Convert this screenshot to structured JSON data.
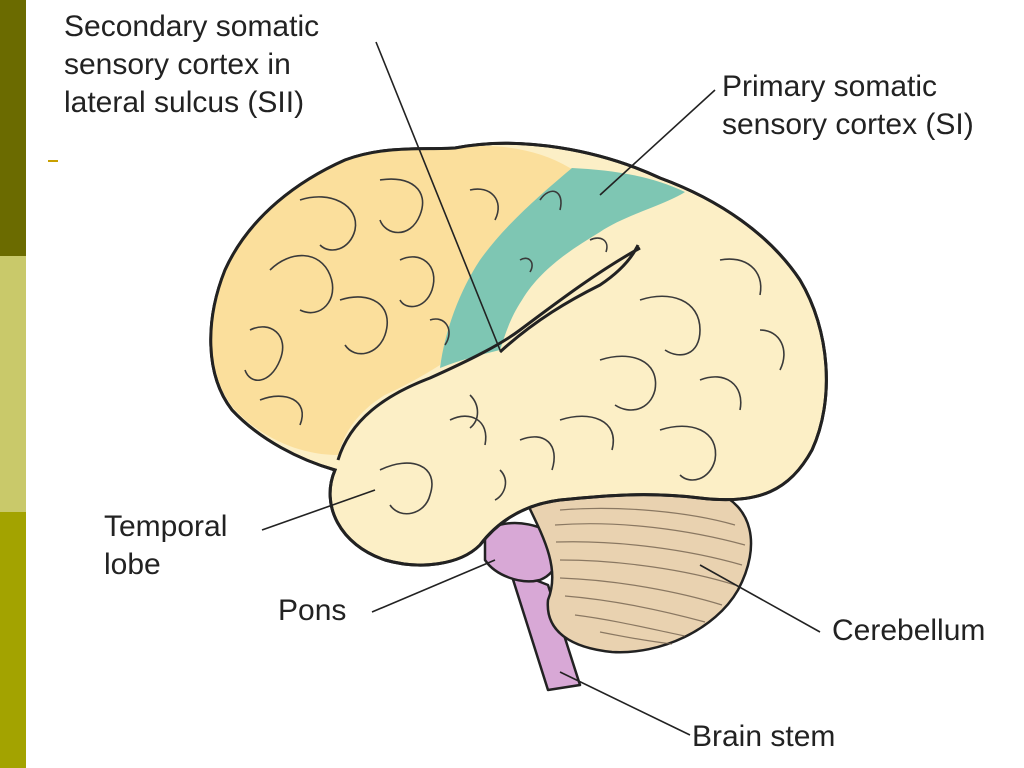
{
  "slide": {
    "side_bar_colors": [
      "#6b6b00",
      "#c9c96a",
      "#a3a300"
    ]
  },
  "labels": {
    "secondary": {
      "lines": [
        "Secondary somatic",
        "sensory cortex in",
        "lateral sulcus (SII)"
      ]
    },
    "primary": {
      "lines": [
        "Primary somatic",
        "sensory cortex (SI)"
      ]
    },
    "temporal": {
      "lines": [
        "Temporal",
        "lobe"
      ]
    },
    "pons": "Pons",
    "cerebellum": "Cerebellum",
    "brain_stem": "Brain stem"
  },
  "region_colors": {
    "frontal": "#fbdf9c",
    "cortex_pale": "#fcefc6",
    "somatosensory": "#7ec6b3",
    "cerebellum": "#e9d2b0",
    "pons_stem": "#d8a8d6",
    "outline": "#222222"
  }
}
